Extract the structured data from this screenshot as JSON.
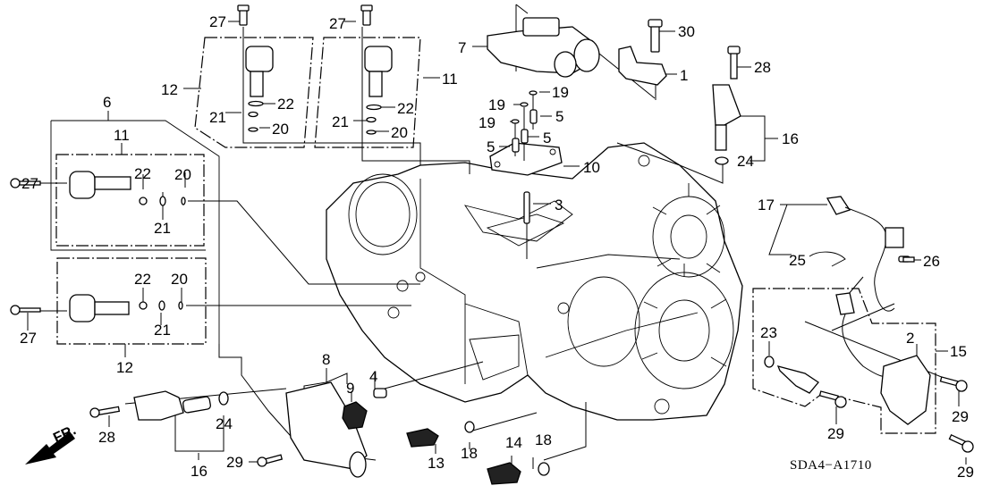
{
  "diagram": {
    "title": "Automatic transmission solenoid & sensor parts diagram",
    "diagram_code": "SDA4−A1710",
    "direction_label": "FR.",
    "callouts": [
      {
        "id": "c27a",
        "label": "27"
      },
      {
        "id": "c12a",
        "label": "12"
      },
      {
        "id": "c22a",
        "label": "22"
      },
      {
        "id": "c21a",
        "label": "21"
      },
      {
        "id": "c20a",
        "label": "20"
      },
      {
        "id": "c27b",
        "label": "27"
      },
      {
        "id": "c11a",
        "label": "11"
      },
      {
        "id": "c22b",
        "label": "22"
      },
      {
        "id": "c21b",
        "label": "21"
      },
      {
        "id": "c20b",
        "label": "20"
      },
      {
        "id": "c7",
        "label": "7"
      },
      {
        "id": "c30",
        "label": "30"
      },
      {
        "id": "c1",
        "label": "1"
      },
      {
        "id": "c28a",
        "label": "28"
      },
      {
        "id": "c16a",
        "label": "16"
      },
      {
        "id": "c24a",
        "label": "24"
      },
      {
        "id": "c19a",
        "label": "19"
      },
      {
        "id": "c19b",
        "label": "19"
      },
      {
        "id": "c19c",
        "label": "19"
      },
      {
        "id": "c5a",
        "label": "5"
      },
      {
        "id": "c5b",
        "label": "5"
      },
      {
        "id": "c5c",
        "label": "5"
      },
      {
        "id": "c10",
        "label": "10"
      },
      {
        "id": "c3",
        "label": "3"
      },
      {
        "id": "c6",
        "label": "6"
      },
      {
        "id": "c11b",
        "label": "11"
      },
      {
        "id": "c27c",
        "label": "27"
      },
      {
        "id": "c22c",
        "label": "22"
      },
      {
        "id": "c20c",
        "label": "20"
      },
      {
        "id": "c21c",
        "label": "21"
      },
      {
        "id": "c22d",
        "label": "22"
      },
      {
        "id": "c20d",
        "label": "20"
      },
      {
        "id": "c27d",
        "label": "27"
      },
      {
        "id": "c21d",
        "label": "21"
      },
      {
        "id": "c12b",
        "label": "12"
      },
      {
        "id": "c17",
        "label": "17"
      },
      {
        "id": "c25",
        "label": "25"
      },
      {
        "id": "c26",
        "label": "26"
      },
      {
        "id": "c23",
        "label": "23"
      },
      {
        "id": "c2",
        "label": "2"
      },
      {
        "id": "c15",
        "label": "15"
      },
      {
        "id": "c29a",
        "label": "29"
      },
      {
        "id": "c29b",
        "label": "29"
      },
      {
        "id": "c29c",
        "label": "29"
      },
      {
        "id": "c29d",
        "label": "29"
      },
      {
        "id": "c8",
        "label": "8"
      },
      {
        "id": "c9",
        "label": "9"
      },
      {
        "id": "c4",
        "label": "4"
      },
      {
        "id": "c28b",
        "label": "28"
      },
      {
        "id": "c24b",
        "label": "24"
      },
      {
        "id": "c16b",
        "label": "16"
      },
      {
        "id": "c13",
        "label": "13"
      },
      {
        "id": "c18a",
        "label": "18"
      },
      {
        "id": "c14",
        "label": "14"
      },
      {
        "id": "c18b",
        "label": "18"
      }
    ]
  }
}
